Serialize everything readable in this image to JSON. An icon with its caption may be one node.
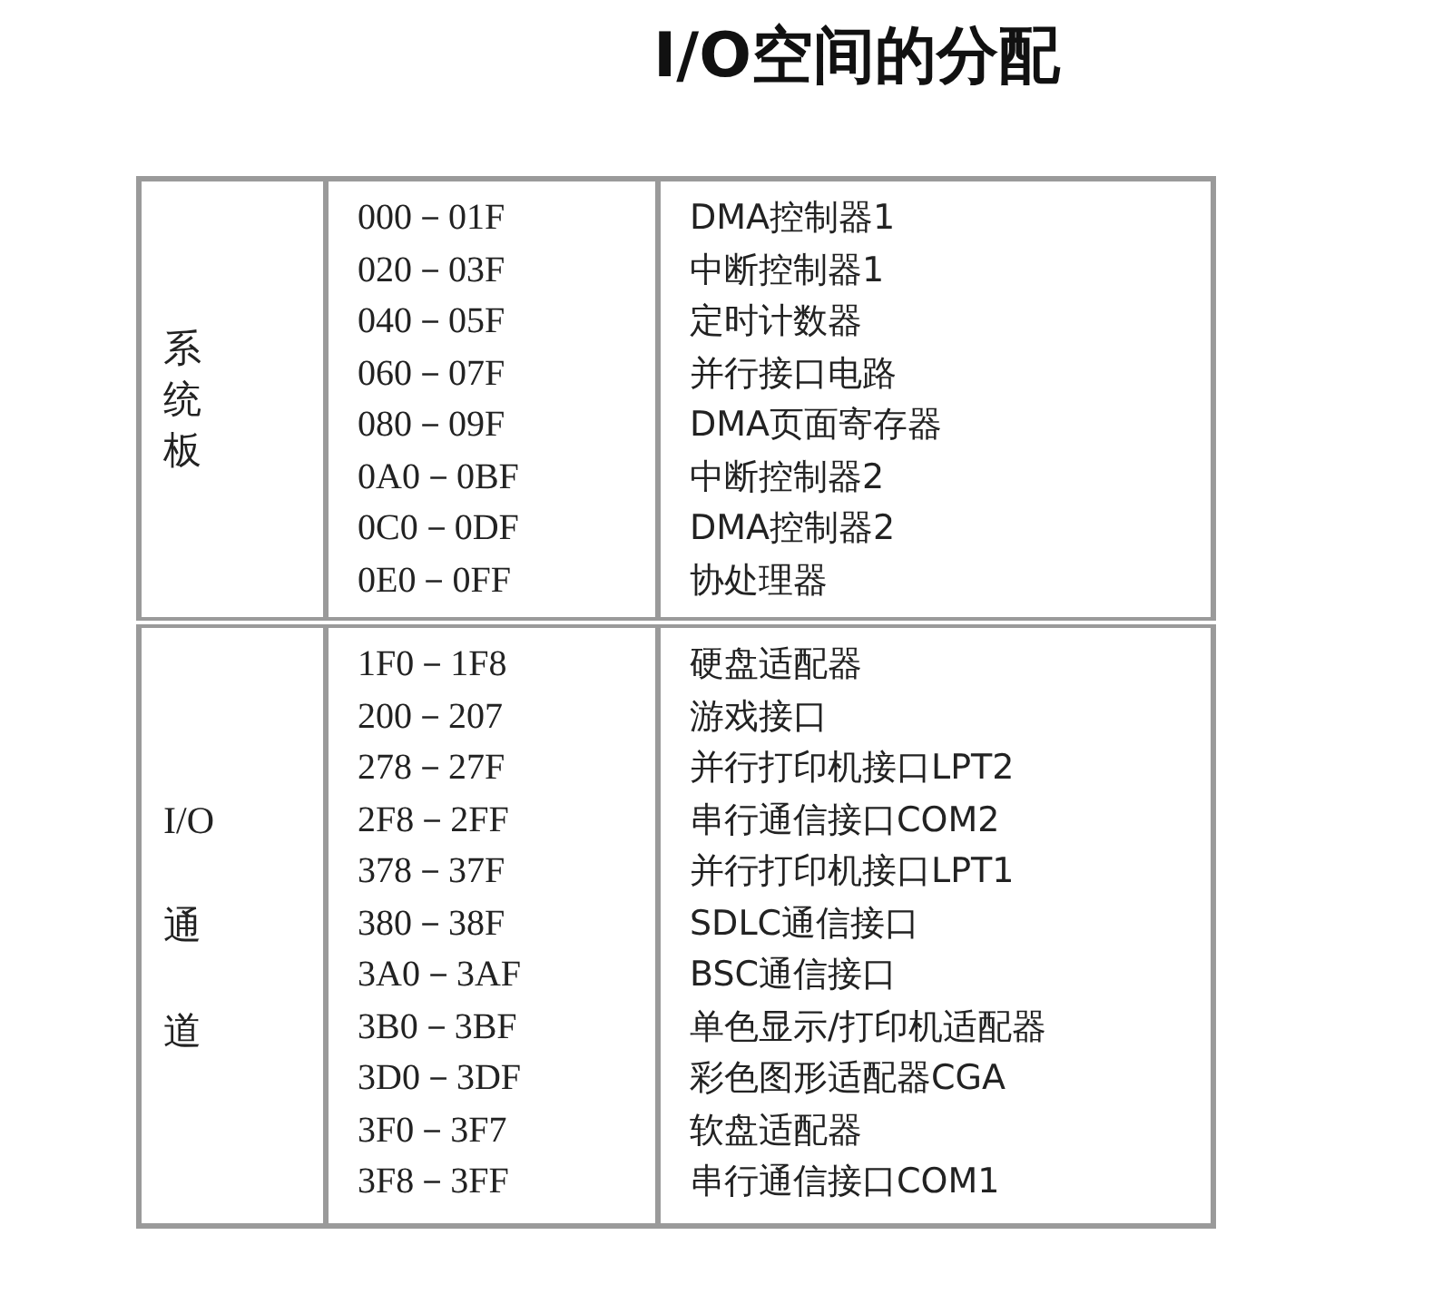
{
  "diagram": {
    "title": "I/O空间的分配",
    "labels": [
      "系统板",
      "000－01F",
      "DMA控制器1",
      "020－03F",
      "中断控制器1",
      "040－05F",
      "定时计数器",
      "060－07F",
      "并行接口电路",
      "080－09F",
      "DMA页面寄存器",
      "0A0－0BF",
      "中断控制器2",
      "0C0－0DF",
      "DMA控制器2",
      "0E0－0FF",
      "协处理器",
      "I/O通道",
      "1F0－1F8",
      "硬盘适配器",
      "200－207",
      "游戏接口",
      "278－27F",
      "并行打印机接口LPT2",
      "2F8－2FF",
      "串行通信接口COM2",
      "378－37F",
      "并行打印机接口LPT1",
      "380－38F",
      "SDLC通信接口",
      "3A0－3AF",
      "BSC通信接口",
      "3B0－3BF",
      "单色显示/打印机适配器",
      "3D0－3DF",
      "彩色图形适配器CGA",
      "3F0－3F7",
      "软盘适配器",
      "3F8－3FF",
      "串行通信接口COM1"
    ]
  }
}
